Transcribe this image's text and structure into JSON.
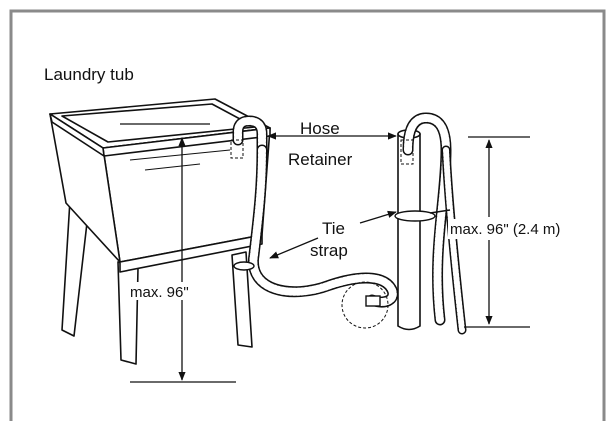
{
  "labels": {
    "tub": "Laundry tub",
    "hose_retainer_line1": "Hose",
    "hose_retainer_line2": "Retainer",
    "tie_strap_line1": "Tie",
    "tie_strap_line2": "strap",
    "tub_height": "max. 96\"",
    "standpipe_height": "max. 96\" (2.4 m)"
  },
  "colors": {
    "frame": "#8a8a8a",
    "line": "#111111",
    "background": "#ffffff"
  }
}
